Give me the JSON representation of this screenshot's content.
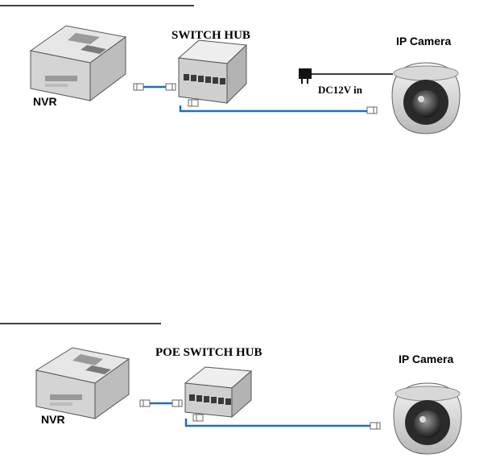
{
  "diagram_top": {
    "switch_label": "SWITCH HUB",
    "nvr_label": "NVR",
    "camera_label": "IP Camera",
    "power_label": "DC12V in"
  },
  "diagram_bottom": {
    "switch_label": "POE SWITCH HUB",
    "nvr_label": "NVR",
    "camera_label": "IP Camera"
  },
  "colors": {
    "cable": "#1f6fbf",
    "power_cable": "#000000"
  }
}
